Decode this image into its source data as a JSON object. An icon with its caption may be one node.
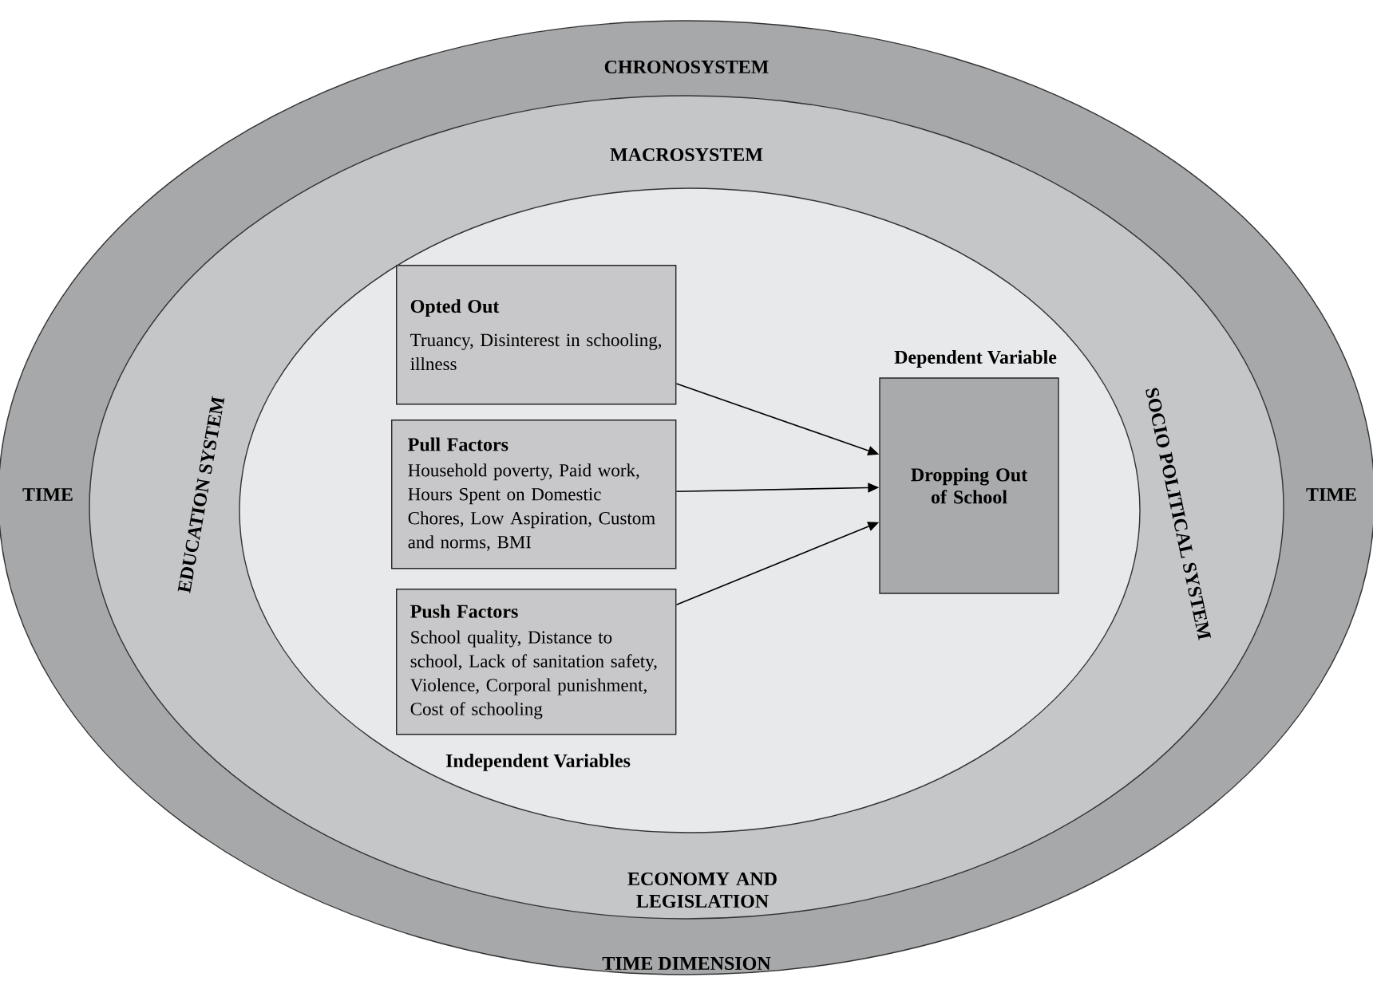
{
  "diagram": {
    "nodes": [
      {
        "text": [
          "CHRONOSYSTEM",
          "TIME",
          "TIME",
          "TIME DIMENSION"
        ]
      },
      {
        "text": [
          "MACROSYSTEM",
          "EDUCATION SYSTEM",
          "SOCIO POLITICAL SYSTEM",
          "ECONOMY AND LEGISLATION"
        ],
        "in": 0
      },
      {
        "text": [],
        "shape": "ellipse",
        "in": 1
      },
      {
        "text": [
          "Opted Out",
          "Truancy, Disinterest in schooling, illness"
        ],
        "in": 2
      },
      {
        "text": [
          "Pull Factors",
          "Household poverty, Paid work, Hours Spent on Domestic Chores, Low Aspiration, Custom and norms, BMI"
        ],
        "in": 2
      },
      {
        "text": [
          "Push Factors",
          "School quality, Distance to school, Lack of sanitation safety, Violence, Corporal punishment, Cost of schooling"
        ],
        "in": 2
      },
      {
        "text": [
          "Dependent Variable",
          "Dropping Out of School"
        ],
        "in": 2
      }
    ],
    "edges": [
      {
        "from": 3,
        "to": 6,
        "arrow": "to"
      },
      {
        "from": 4,
        "to": 6,
        "arrow": "to"
      },
      {
        "from": 5,
        "to": 6,
        "arrow": "to"
      }
    ],
    "labels": [
      "Independent Variables"
    ]
  }
}
